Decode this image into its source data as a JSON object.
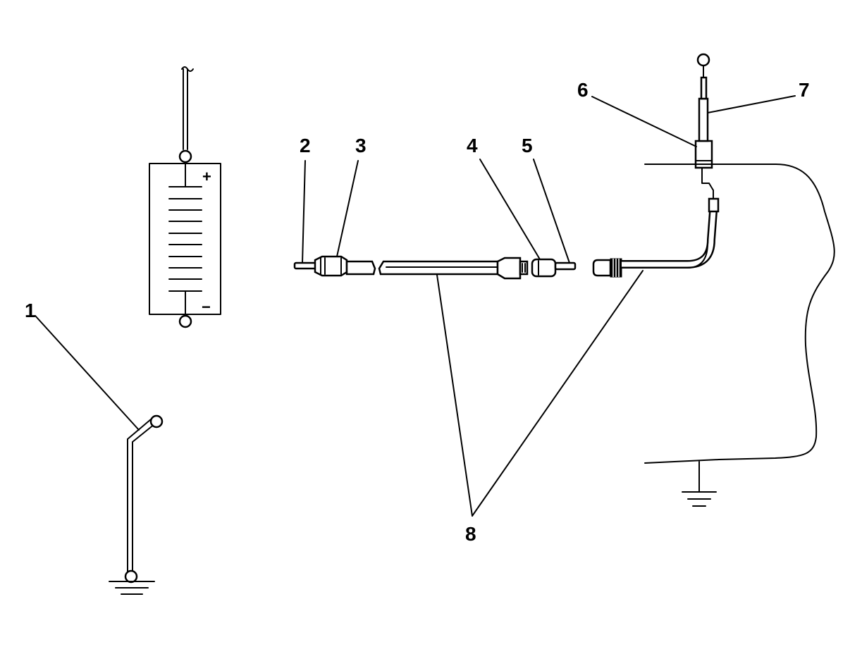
{
  "diagram": {
    "callouts": [
      {
        "id": "1",
        "text": "1"
      },
      {
        "id": "2",
        "text": "2"
      },
      {
        "id": "3",
        "text": "3"
      },
      {
        "id": "4",
        "text": "4"
      },
      {
        "id": "5",
        "text": "5"
      },
      {
        "id": "6",
        "text": "6"
      },
      {
        "id": "7",
        "text": "7"
      },
      {
        "id": "8",
        "text": "8"
      }
    ],
    "battery": {
      "positive_symbol": "+",
      "negative_symbol": "−"
    }
  }
}
